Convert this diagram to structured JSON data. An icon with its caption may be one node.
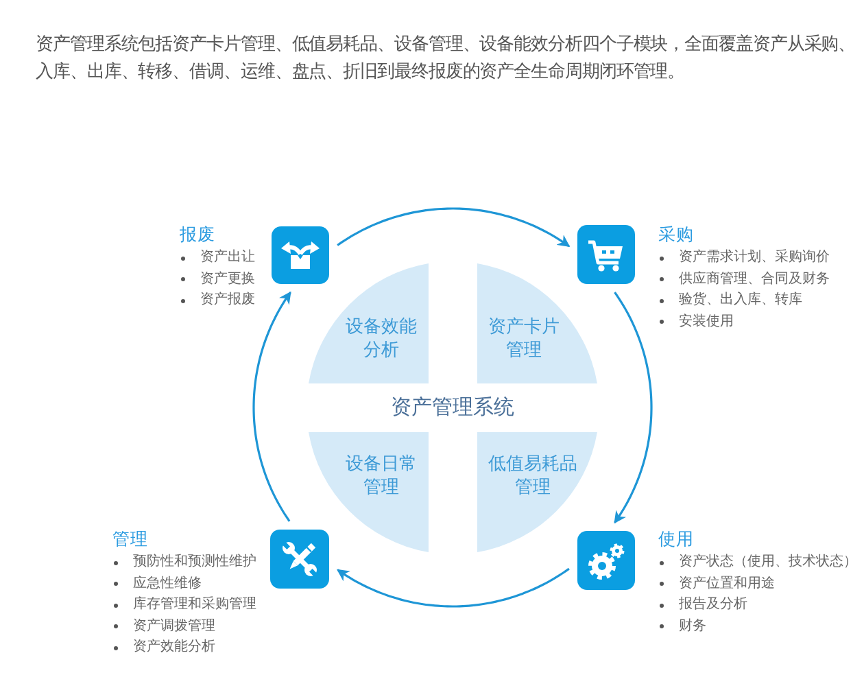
{
  "diagram": {
    "nodes": [
      {
        "text": [],
        "shape": "picture",
        "beside": [
          "报废",
          "资产出让",
          "资产更换",
          "资产报废"
        ]
      },
      {
        "text": [],
        "shape": "picture",
        "beside": [
          "采购",
          "资产需求计划、采购询价",
          "供应商管理、合同及财务",
          "验货、出入库、转库",
          "安装使用"
        ]
      },
      {
        "text": [
          "设备效能分析"
        ]
      },
      {
        "text": [
          "资产卡片管理"
        ]
      },
      {
        "text": [
          "设备日常管理"
        ]
      },
      {
        "text": [
          "低值易耗品管理"
        ]
      },
      {
        "text": [],
        "shape": "picture",
        "beside": [
          "管理",
          "预防性和预测性维护",
          "应急性维修",
          "库存管理和采购管理",
          "资产调拨管理",
          "资产效能分析"
        ]
      },
      {
        "text": [],
        "shape": "picture",
        "beside": [
          "使用",
          "资产状态（使用、技术状态）",
          "资产位置和用途",
          "报告及分析",
          "财务"
        ]
      }
    ],
    "edges": [
      {
        "from": 0,
        "to": 1,
        "arrow": "to"
      },
      {
        "from": 1,
        "to": 7,
        "arrow": "to"
      },
      {
        "from": 7,
        "to": 6,
        "arrow": "to"
      },
      {
        "from": 6,
        "to": 0,
        "arrow": "to"
      }
    ],
    "labels": [
      "资产管理系统包括资产卡片管理、低值易耗品、设备管理、设备能效分析四个子模块，全面覆盖资产从采购、入库、出库、转移、借调、运维、盘点、折旧到最终报废的资产全生命周期闭环管理。",
      "资产管理系统"
    ]
  }
}
